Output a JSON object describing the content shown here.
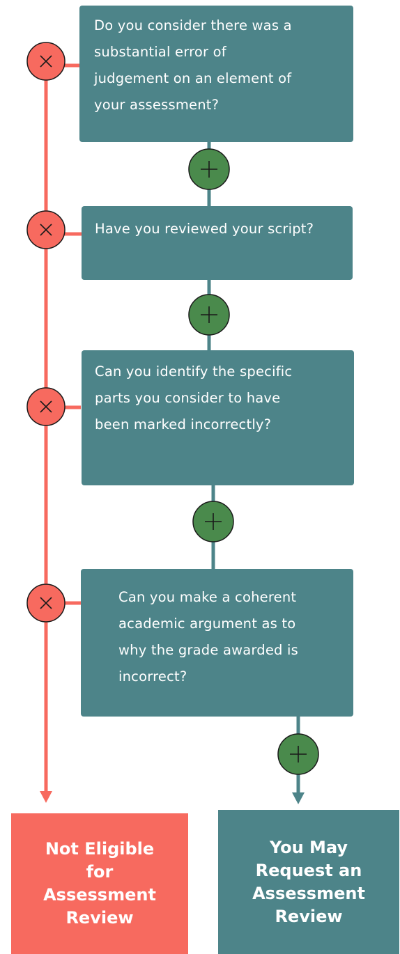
{
  "colors": {
    "question_box": "#4d8489",
    "no_path": "#f76a5f",
    "yes_path": "#4d8489",
    "yes_circle": "#4a8a4c",
    "no_circle": "#f76a5f",
    "icon_stroke": "#1a1a1a"
  },
  "questions": [
    {
      "text": "Do you consider there was a substantial error of judgement on an element of your assessment?",
      "lines": [
        "Do you consider there was a",
        "substantial error of",
        "judgement on an element of",
        "your assessment?"
      ]
    },
    {
      "text": "Have you reviewed your script?",
      "lines": [
        "Have you reviewed your script?"
      ]
    },
    {
      "text": "Can you identify the specific parts you consider to have been marked incorrectly?",
      "lines": [
        "Can you identify the specific",
        "parts you consider to have",
        "been marked incorrectly?"
      ]
    },
    {
      "text": "Can you make a coherent academic argument as to why the grade awarded is incorrect?",
      "lines": [
        "Can you make a coherent",
        "academic argument as to",
        "why the grade awarded is",
        "incorrect?"
      ]
    }
  ],
  "icons": {
    "no": "x-icon",
    "yes": "plus-icon"
  },
  "outcomes": {
    "not_eligible": {
      "lines": [
        "Not Eligible",
        "for",
        "Assessment",
        "Review"
      ]
    },
    "may_request": {
      "lines": [
        "You May",
        "Request an",
        "Assessment",
        "Review"
      ]
    }
  }
}
